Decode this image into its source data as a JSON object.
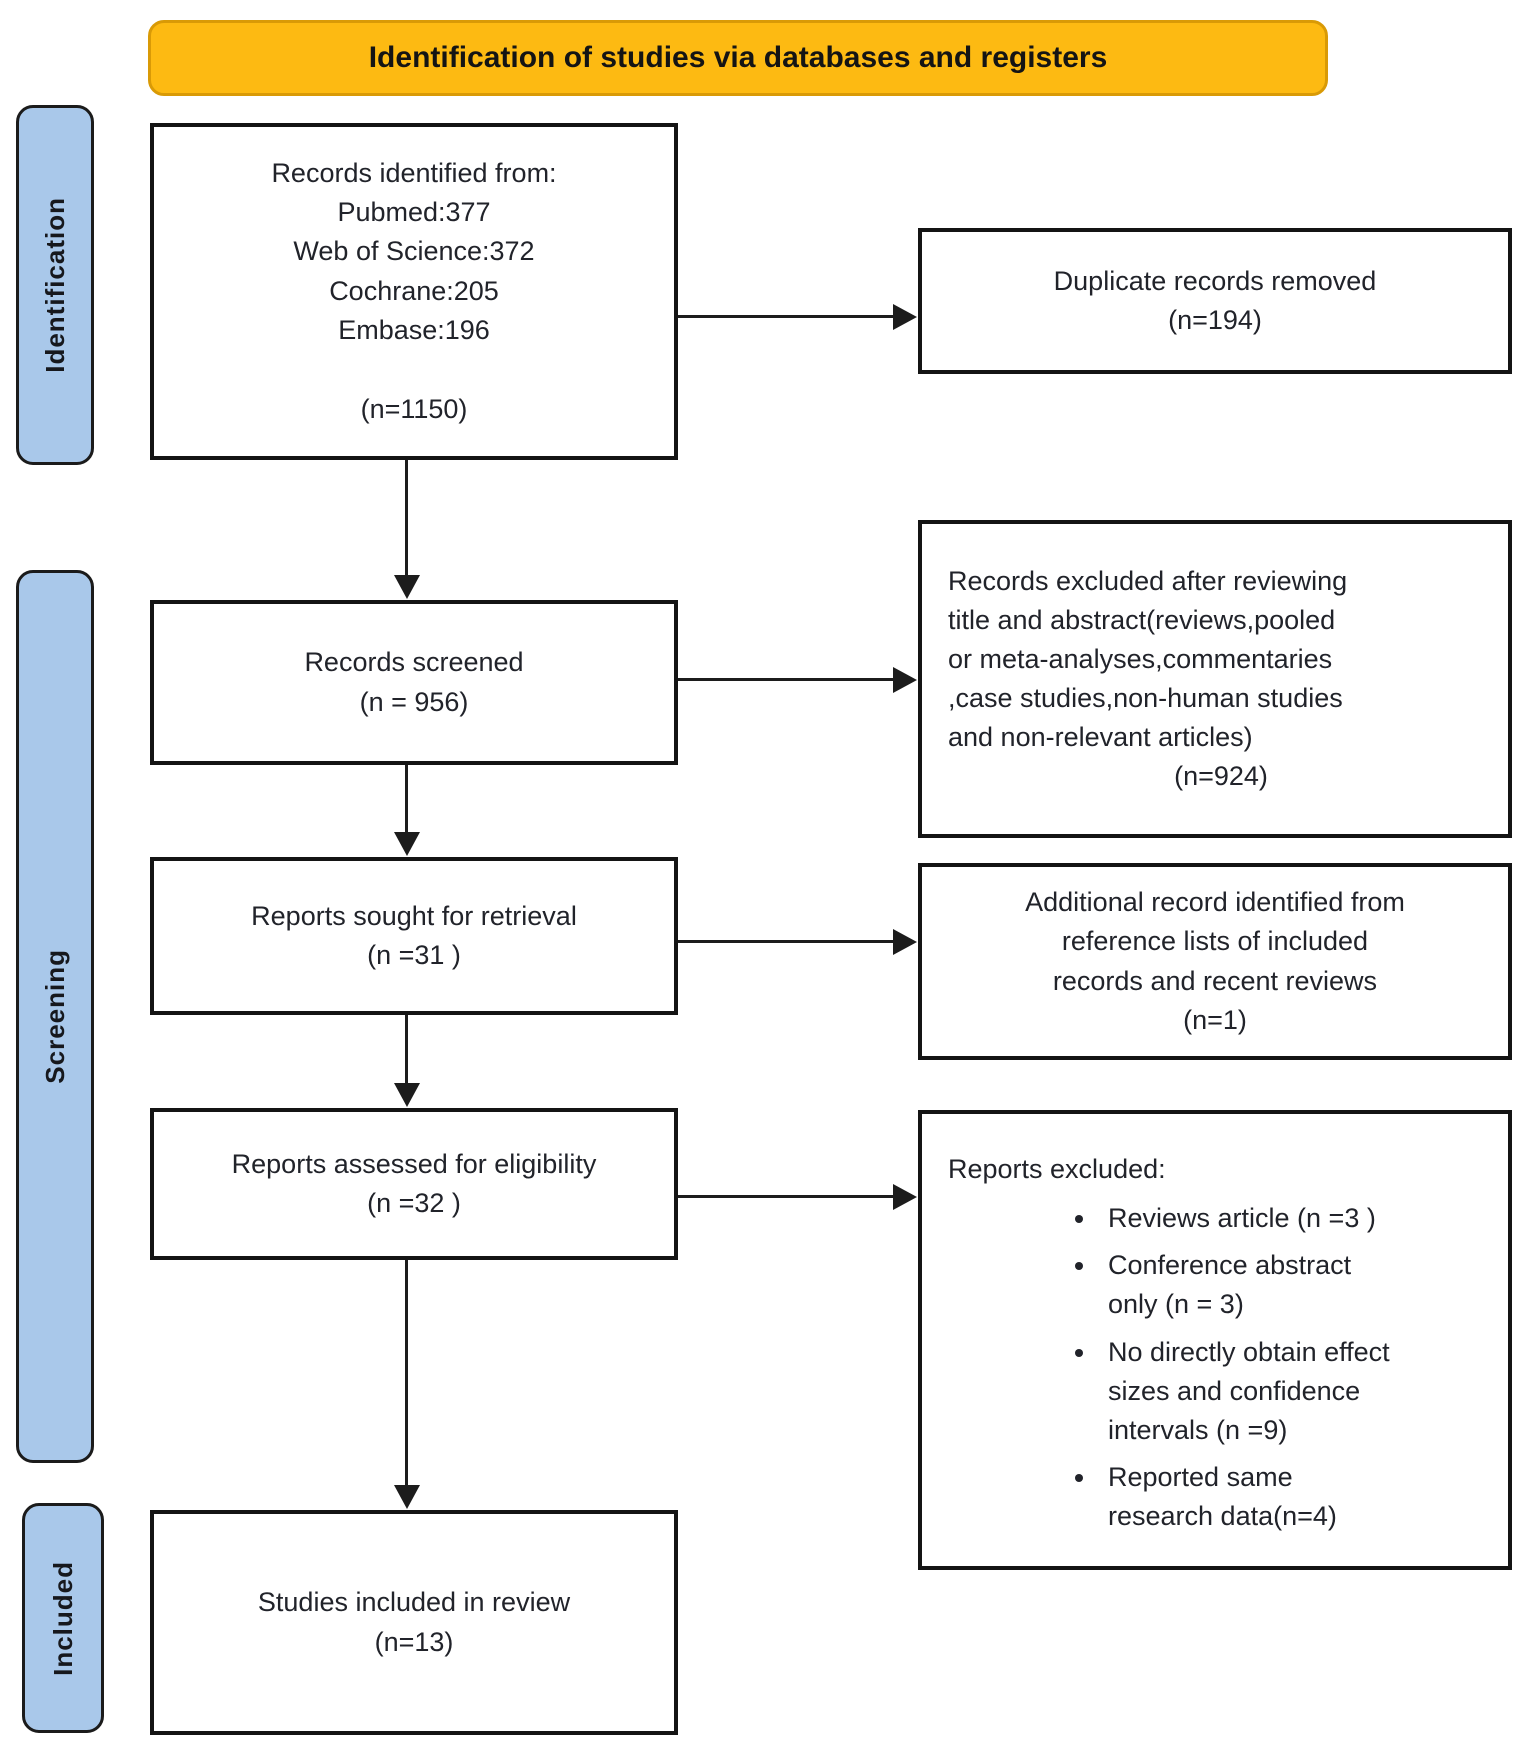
{
  "banner": {
    "title": "Identification of studies via databases and registers"
  },
  "colors": {
    "banner_bg": "#FDBA12",
    "stage_bg": "#A9C8EA",
    "box_border": "#141414"
  },
  "stages": {
    "identification": "Identification",
    "screening": "Screening",
    "included": "Included"
  },
  "flow": {
    "identified": {
      "lines": "Records identified from:\nPubmed:377\nWeb of Science:372\nCochrane:205\nEmbase:196",
      "count": "(n=1150)"
    },
    "screened": {
      "label": "Records screened",
      "count": "(n = 956)"
    },
    "sought": {
      "label": "Reports sought for retrieval",
      "count": "(n =31 )"
    },
    "assessed": {
      "label": "Reports assessed  for eligibility",
      "count": "(n =32 )"
    },
    "included": {
      "label": "Studies included in review",
      "count": "(n=13)"
    }
  },
  "side": {
    "duplicates": {
      "label": "Duplicate records removed",
      "count": "(n=194)"
    },
    "excluded_screening": {
      "lines": "Records excluded after reviewing\ntitle and abstract(reviews,pooled\nor meta-analyses,commentaries\n,case studies,non-human studies\nand non-relevant articles)",
      "count": "(n=924)"
    },
    "additional": {
      "lines": "Additional record identified from\nreference lists of included\nrecords and recent reviews",
      "count": "(n=1)"
    },
    "reports_excluded": {
      "title": "Reports excluded:",
      "bullets": [
        "Reviews article (n =3 )",
        "Conference abstract\nonly (n = 3)",
        "No directly obtain effect\nsizes and confidence\nintervals (n =9)",
        "Reported same\nresearch data(n=4)"
      ]
    }
  }
}
